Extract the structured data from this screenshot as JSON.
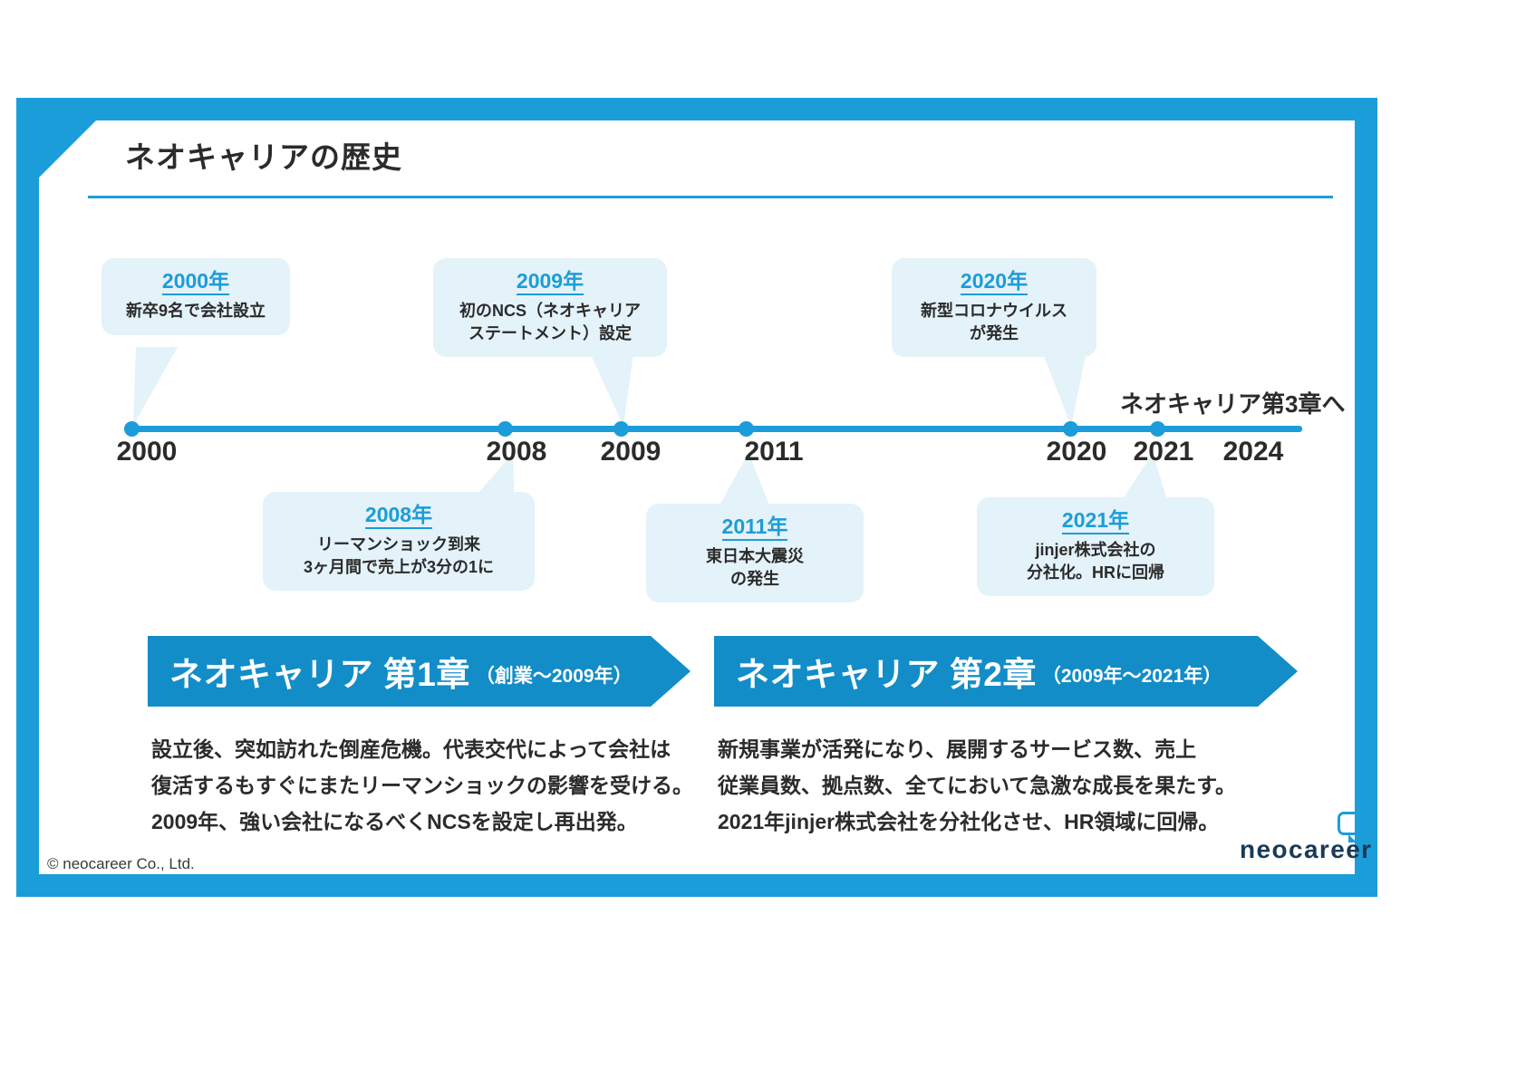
{
  "slide": {
    "title": "ネオキャリアの歴史",
    "copyright": "© neocareer Co., Ltd.",
    "logo_text": "neocareer",
    "accent_color": "#1b9dd9",
    "banner_color": "#128dc8",
    "bubble_color": "#e4f2f9"
  },
  "timeline": {
    "future_note": "ネオキャリア第3章へ",
    "years": [
      {
        "label": "2000"
      },
      {
        "label": "2008"
      },
      {
        "label": "2009"
      },
      {
        "label": "2011"
      },
      {
        "label": "2020"
      },
      {
        "label": "2021"
      },
      {
        "label": "2024"
      }
    ]
  },
  "callouts_above": [
    {
      "year": "2000年",
      "lines": [
        "新卒9名で会社設立"
      ]
    },
    {
      "year": "2009年",
      "lines": [
        "初のNCS（ネオキャリア",
        "ステートメント）設定"
      ]
    },
    {
      "year": "2020年",
      "lines": [
        "新型コロナウイルス",
        "が発生"
      ]
    }
  ],
  "callouts_below": [
    {
      "year": "2008年",
      "lines": [
        "リーマンショック到来",
        "3ヶ月間で売上が3分の1に"
      ]
    },
    {
      "year": "2011年",
      "lines": [
        "東日本大震災",
        "の発生"
      ]
    },
    {
      "year": "2021年",
      "lines": [
        "jinjer株式会社の",
        "分社化。HRに回帰"
      ]
    }
  ],
  "chapters": [
    {
      "title": "ネオキャリア 第1章",
      "subtitle": "（創業〜2009年）",
      "body": [
        "設立後、突如訪れた倒産危機。代表交代によって会社は",
        "復活するもすぐにまたリーマンショックの影響を受ける。",
        "2009年、強い会社になるべくNCSを設定し再出発。"
      ]
    },
    {
      "title": "ネオキャリア 第2章",
      "subtitle": "（2009年〜2021年）",
      "body": [
        "新規事業が活発になり、展開するサービス数、売上",
        "従業員数、拠点数、全てにおいて急激な成長を果たす。",
        "2021年jinjer株式会社を分社化させ、HR領域に回帰。"
      ]
    }
  ]
}
